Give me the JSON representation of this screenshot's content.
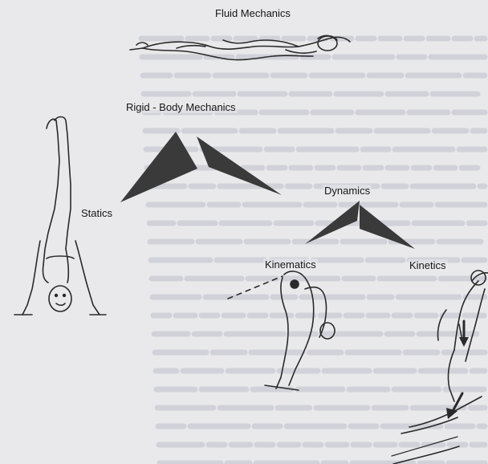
{
  "diagram": {
    "nodes": {
      "fluid_mechanics": "Fluid Mechanics",
      "rigid_body_mechanics": "Rigid - Body Mechanics",
      "statics": "Statics",
      "dynamics": "Dynamics",
      "kinematics": "Kinematics",
      "kinetics": "Kinetics"
    },
    "edges": [
      {
        "from": "rigid_body_mechanics",
        "to": "statics"
      },
      {
        "from": "rigid_body_mechanics",
        "to": "dynamics"
      },
      {
        "from": "dynamics",
        "to": "kinematics"
      },
      {
        "from": "dynamics",
        "to": "kinetics"
      }
    ]
  },
  "colors": {
    "paper": "#e9e9ec",
    "ink": "#2a2a2a",
    "arrow": "#3a3a3a",
    "bleed_text": "#b9bac6"
  }
}
